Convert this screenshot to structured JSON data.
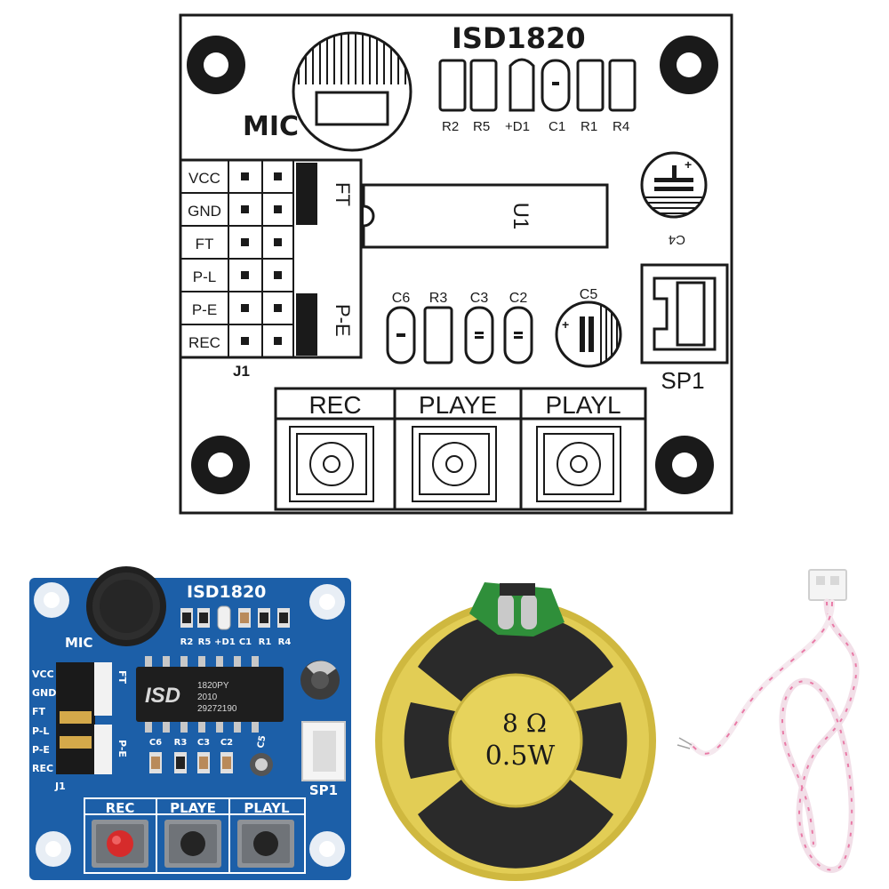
{
  "schematic": {
    "chip_title": "ISD1820",
    "mic_label": "MIC",
    "component_labels": [
      "R2",
      "R5",
      "+D1",
      "C1",
      "R1",
      "R4"
    ],
    "pins": [
      "VCC",
      "GND",
      "FT",
      "P-L",
      "P-E",
      "REC"
    ],
    "jumper_labels": [
      "FT",
      "P-E"
    ],
    "header_label": "J1",
    "ic_label": "U1",
    "capacitor_c4": "C4",
    "lower_components": [
      "C6",
      "R3",
      "C3",
      "C2"
    ],
    "capacitor_c5": "C5",
    "speaker_port": "SP1",
    "buttons": [
      "REC",
      "PLAYE",
      "PLAYL"
    ]
  },
  "board": {
    "chip_title": "ISD1820",
    "mic_label": "MIC",
    "component_labels": [
      "R2",
      "R5",
      "+D1",
      "C1",
      "R1",
      "R4"
    ],
    "pins": [
      "VCC",
      "GND",
      "FT",
      "P-L",
      "P-E",
      "REC"
    ],
    "jumper_labels": [
      "FT",
      "P-E"
    ],
    "header_label": "J1",
    "chip_brand": "ISD",
    "chip_marking": [
      "1820PY",
      "2010",
      "29272190"
    ],
    "lower_components": [
      "C6",
      "R3",
      "C3",
      "C2"
    ],
    "capacitor_c5": "C5",
    "speaker_port": "SP1",
    "buttons": [
      "REC",
      "PLAYE",
      "PLAYL"
    ],
    "colors": {
      "pcb": "#1c5fa8",
      "rec_button": "#d62b2b"
    }
  },
  "speaker": {
    "impedance": "8 Ω",
    "power": "0.5W",
    "colors": {
      "frame": "#d8c24a"
    }
  }
}
